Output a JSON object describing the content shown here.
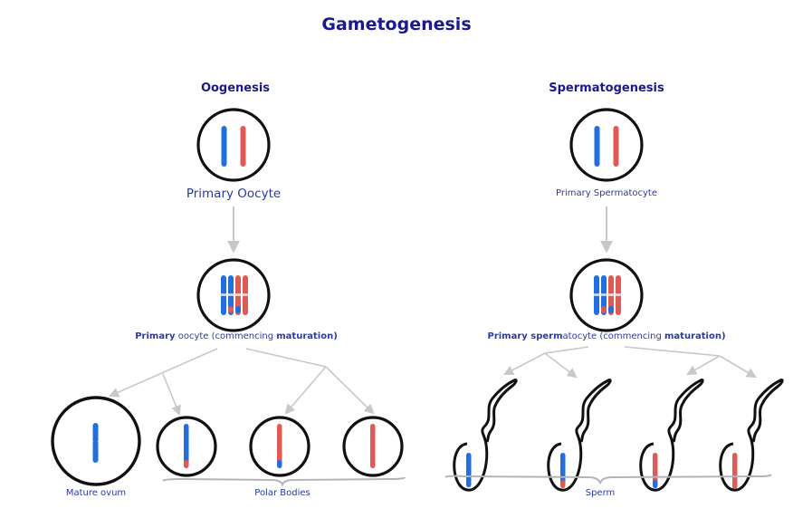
{
  "title": "Gametogenesis",
  "colors": {
    "title": "#1a1a8c",
    "label": "#2a3aa8",
    "maternal_chromosome": "#1f6fe0",
    "paternal_chromosome": "#e05a55",
    "cell_outline": "#111111",
    "arrow": "#c8c8c8",
    "brace": "#b4b4b4"
  },
  "oogenesis": {
    "heading": "Oogenesis",
    "primary_cell_label": "Primary Oocyte",
    "maturing_cell_label": {
      "part1": "Primary",
      "part2": " oocyte (commencing ",
      "part3": "maturation)"
    },
    "products": [
      {
        "kind": "mature-ovum",
        "chromosome": "blue"
      },
      {
        "kind": "polar-body",
        "chromosome": "blue-red-tip"
      },
      {
        "kind": "polar-body",
        "chromosome": "red-blue-tip"
      },
      {
        "kind": "polar-body",
        "chromosome": "red"
      }
    ],
    "mature_ovum_label": "Mature ovum",
    "polar_bodies_label": "Polar Bodies"
  },
  "spermatogenesis": {
    "heading": "Spermatogenesis",
    "primary_cell_label": "Primary Spermatocyte",
    "maturing_cell_label": {
      "part1": "Primary sperm",
      "part2": "atocyte (commencing ",
      "part3": "maturation)"
    },
    "products": [
      {
        "kind": "sperm",
        "chromosome": "blue"
      },
      {
        "kind": "sperm",
        "chromosome": "blue-red-tip"
      },
      {
        "kind": "sperm",
        "chromosome": "red-blue-tip"
      },
      {
        "kind": "sperm",
        "chromosome": "red"
      }
    ],
    "sperm_label": "Sperm"
  }
}
